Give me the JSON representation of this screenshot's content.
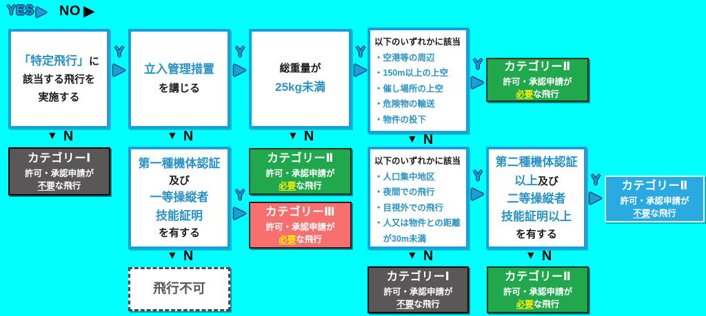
{
  "legend": {
    "yes_label": "YES",
    "no_label": "NO"
  },
  "arrows": {
    "yes_letter": "Y",
    "no_letter": "N",
    "right_triangle": "▶",
    "down_triangle": "▼"
  },
  "colors": {
    "background": "#00ffff",
    "box_border": "#1b9ed9",
    "blue_text": "#2a93c4",
    "green": "#21a84d",
    "red": "#f76f6f",
    "dark_gray": "#595757",
    "result_blue": "#29abe2",
    "yellow": "#fff000"
  },
  "decisions": {
    "tokutei_hiko": {
      "lines": [
        [
          {
            "t": "「特定飛行」",
            "s": "blue"
          },
          {
            "t": "に",
            "s": "black"
          }
        ],
        [
          {
            "t": "該当する飛行を",
            "s": "black"
          }
        ],
        [
          {
            "t": "実施する",
            "s": "black"
          }
        ]
      ]
    },
    "tachiiri_kanri": {
      "lines": [
        [
          {
            "t": "立入管理措置",
            "s": "blue"
          }
        ],
        [
          {
            "t": "を講じる",
            "s": "black"
          }
        ]
      ]
    },
    "weight_25kg": {
      "lines": [
        [
          {
            "t": "総重量が",
            "s": "black"
          }
        ],
        [
          {
            "t": "25kg未満",
            "s": "blue"
          }
        ]
      ]
    },
    "specific_flight_list": {
      "lines": [
        [
          {
            "t": "以下のいずれかに該当",
            "s": "black"
          }
        ],
        [
          {
            "t": "・空港等の周辺",
            "s": "blue"
          }
        ],
        [
          {
            "t": "・150m以上の上空",
            "s": "blue"
          }
        ],
        [
          {
            "t": "・催し場所の上空",
            "s": "blue"
          }
        ],
        [
          {
            "t": "・危険物の輸送",
            "s": "blue"
          }
        ],
        [
          {
            "t": "・物件の投下",
            "s": "blue"
          }
        ]
      ]
    },
    "first_class_certification": {
      "lines": [
        [
          {
            "t": "第一種機体認証",
            "s": "blue"
          }
        ],
        [
          {
            "t": "及び",
            "s": "black"
          }
        ],
        [
          {
            "t": "一等操縦者",
            "s": "blue"
          }
        ],
        [
          {
            "t": "技能証明",
            "s": "blue"
          }
        ],
        [
          {
            "t": "を有する",
            "s": "black"
          }
        ]
      ]
    },
    "risk_flight_list": {
      "lines": [
        [
          {
            "t": "以下のいずれかに該当",
            "s": "black"
          }
        ],
        [
          {
            "t": "・人口集中地区",
            "s": "blue"
          }
        ],
        [
          {
            "t": "・夜間での飛行",
            "s": "blue"
          }
        ],
        [
          {
            "t": "・目視外での飛行",
            "s": "blue"
          }
        ],
        [
          {
            "t": "・人又は物件との距離",
            "s": "blue"
          }
        ],
        [
          {
            "t": "　が30m未満",
            "s": "blue"
          }
        ]
      ]
    },
    "second_class_certification": {
      "lines": [
        [
          {
            "t": "第二種機体認証",
            "s": "blue"
          }
        ],
        [
          {
            "t": "以上",
            "s": "blue"
          },
          {
            "t": "及び",
            "s": "black"
          }
        ],
        [
          {
            "t": "二等操縦者",
            "s": "blue"
          }
        ],
        [
          {
            "t": "技能証明以上",
            "s": "blue"
          }
        ],
        [
          {
            "t": "を有する",
            "s": "black"
          }
        ]
      ]
    }
  },
  "results": {
    "category1_not_required": {
      "lines": [
        [
          {
            "t": "カテゴリーⅠ",
            "s": "title"
          }
        ],
        [
          {
            "t": "許可・承認申請が",
            "s": "white"
          }
        ],
        [
          {
            "t": "不要",
            "s": "wul"
          },
          {
            "t": "な飛行",
            "s": "white"
          }
        ]
      ]
    },
    "category2_required": {
      "lines": [
        [
          {
            "t": "カテゴリーⅡ",
            "s": "title"
          }
        ],
        [
          {
            "t": "許可・承認申請が",
            "s": "white"
          }
        ],
        [
          {
            "t": "必要",
            "s": "yul"
          },
          {
            "t": "な飛行",
            "s": "white"
          }
        ]
      ]
    },
    "category3_required": {
      "lines": [
        [
          {
            "t": "カテゴリーⅢ",
            "s": "title"
          }
        ],
        [
          {
            "t": "許可・承認申請が",
            "s": "white"
          }
        ],
        [
          {
            "t": "必要",
            "s": "yul"
          },
          {
            "t": "な飛行",
            "s": "white"
          }
        ]
      ]
    },
    "category2_not_required": {
      "lines": [
        [
          {
            "t": "カテゴリーⅡ",
            "s": "title"
          }
        ],
        [
          {
            "t": "許可・承認申請が",
            "s": "white"
          }
        ],
        [
          {
            "t": "不要",
            "s": "wul"
          },
          {
            "t": "な飛行",
            "s": "white"
          }
        ]
      ]
    },
    "no_flight": {
      "lines": [
        [
          {
            "t": "飛行不可",
            "s": "gray"
          }
        ]
      ]
    }
  }
}
